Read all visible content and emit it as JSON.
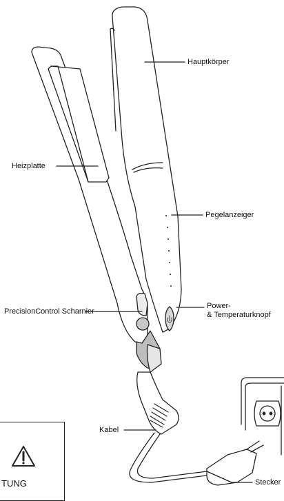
{
  "labels": {
    "body": "Hauptkörper",
    "plate": "Heizplatte",
    "indicator": "Pegelanzeiger",
    "hinge": "PrecisionControl Scharnier",
    "power_line1": "Power-",
    "power_line2": "& Temperaturknopf",
    "cable": "Kabel",
    "plug": "Stecker"
  },
  "warning": {
    "text": "TUNG"
  }
}
